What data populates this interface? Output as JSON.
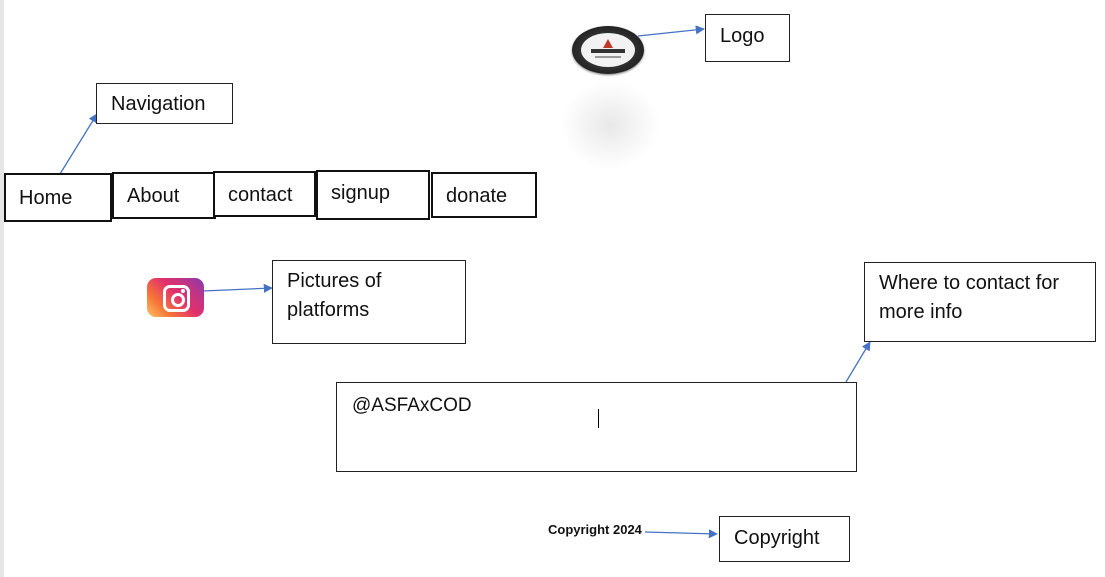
{
  "labels": {
    "logo": "Logo",
    "navigation": "Navigation",
    "platforms": "Pictures of platforms",
    "contact_info": "Where to contact for more info",
    "copyright": "Copyright"
  },
  "nav": {
    "items": [
      {
        "label": "Home"
      },
      {
        "label": "About"
      },
      {
        "label": "contact"
      },
      {
        "label": "signup"
      },
      {
        "label": "donate"
      }
    ]
  },
  "contact_box": {
    "handle": "@ASFAxCOD"
  },
  "footer": {
    "copyright_text": "Copyright 2024"
  },
  "icons": {
    "logo": "circular-badge-logo",
    "platform": "instagram-icon"
  },
  "colors": {
    "arrow": "#4472c4",
    "border": "#222222"
  }
}
